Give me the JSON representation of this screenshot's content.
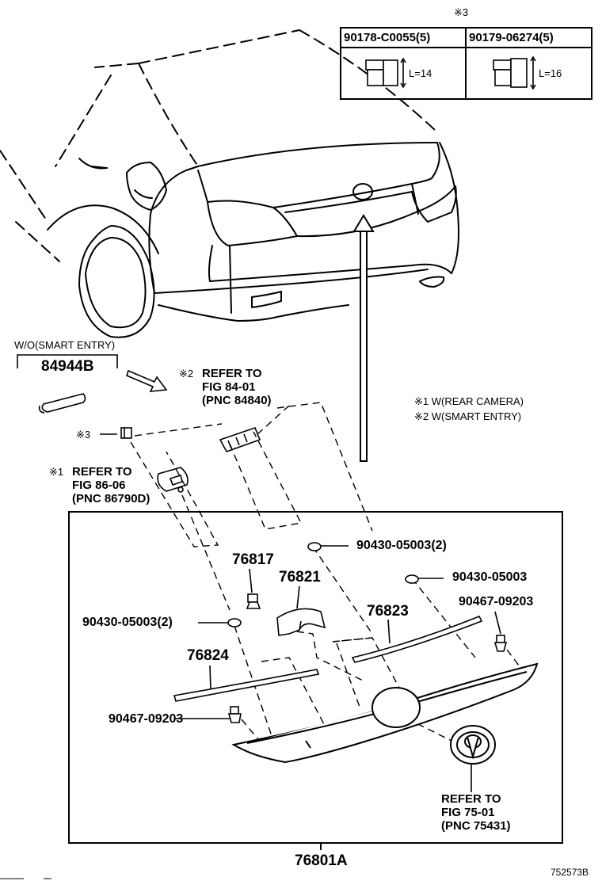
{
  "bolt_table": {
    "note_mark": "※3",
    "col1_part": "90178-C0055(5)",
    "col1_length": "L=14",
    "col2_part": "90179-06274(5)",
    "col2_length": "L=16"
  },
  "side_label": {
    "condition": "W/O(SMART ENTRY)",
    "part": "84944B"
  },
  "refer_smart": {
    "mark": "※2",
    "line1": "REFER TO",
    "line2": "FIG 84-01",
    "line3": "(PNC 84840)"
  },
  "refer_camera": {
    "mark": "※1",
    "line1": "REFER TO",
    "line2": "FIG 86-06",
    "line3": "(PNC 86790D)"
  },
  "refer_emblem": {
    "line1": "REFER TO",
    "line2": "FIG 75-01",
    "line3": "(PNC 75431)"
  },
  "notes": {
    "note1": "※1 W(REAR CAMERA)",
    "note2": "※2 W(SMART ENTRY)"
  },
  "nut_mark": "※3",
  "parts": {
    "p1": "90430-05003(2)",
    "p2": "90430-05003",
    "p3": "76817",
    "p4": "76821",
    "p5": "76823",
    "p6": "90467-09203",
    "p7": "90430-05003(2)",
    "p8": "76824",
    "p9": "90467-09203",
    "assembly": "76801A"
  },
  "diagram_id": "752573B"
}
